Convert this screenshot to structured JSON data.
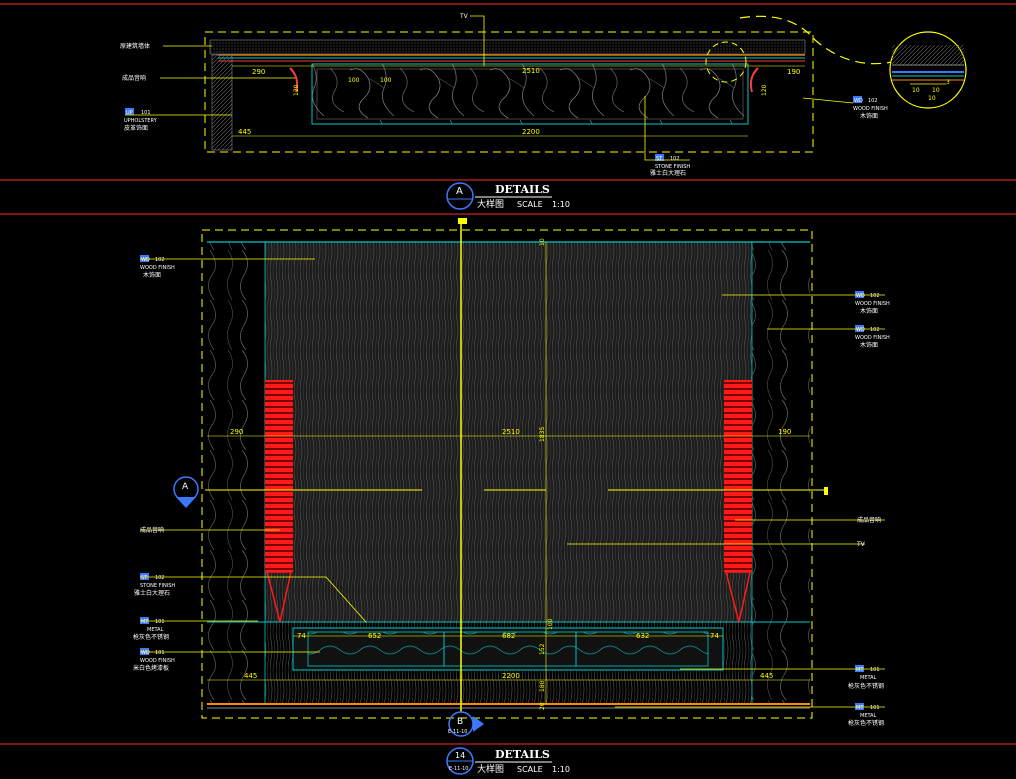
{
  "top_plan": {
    "leaders": {
      "wall_label": "原建筑墙体",
      "speaker_label": "成品音响",
      "tv_label": "TV",
      "up_code": "UP",
      "up_num": "101",
      "up_en": "UPHOLSTERY",
      "up_cn": "皮革饰面",
      "wd_code": "WD",
      "wd_num": "102",
      "wd_en": "WOOD FINISH",
      "wd_cn": "木饰面",
      "st_code": "ST",
      "st_num": "102",
      "st_en": "STONE FINISH",
      "st_cn": "雅士白大理石"
    },
    "dims": {
      "d290": "290",
      "d2510": "2510",
      "d190": "190",
      "d100a": "100",
      "d100b": "100",
      "d445": "445",
      "d2200": "2200",
      "d120a": "120",
      "d120b": "120",
      "d10a": "10",
      "d10b": "10",
      "d10c": "10",
      "d3": "3"
    },
    "title": {
      "marker": "A",
      "heading": "DETAILS",
      "cn": "大样图",
      "scale": "SCALE",
      "ratio": "1:10"
    }
  },
  "elevation": {
    "leaders": {
      "wd1_code": "WD",
      "wd1_num": "102",
      "wd1_en": "WOOD FINISH",
      "wd1_cn": "木饰面",
      "wd2_code": "WD",
      "wd2_num": "102",
      "wd2_en": "WOOD FINISH",
      "wd2_cn": "木饰面",
      "wd3_code": "WD",
      "wd3_num": "102",
      "wd3_en": "WOOD FINISH",
      "wd3_cn": "木饰面",
      "speaker_left": "成品音响",
      "speaker_right": "成品音响",
      "tv": "TV",
      "st_code": "ST",
      "st_num": "102",
      "st_en": "STONE FINISH",
      "st_cn": "雅士白大理石",
      "mt1_code": "MT",
      "mt1_num": "101",
      "mt1_en": "METAL",
      "mt1_cn": "枪灰色不锈钢",
      "wd4_code": "WD",
      "wd4_num": "101",
      "wd4_en": "WOOD FINISH",
      "wd4_cn": "米白色烤漆板",
      "mt2_code": "MT",
      "mt2_num": "101",
      "mt2_en": "METAL",
      "mt2_cn": "枪灰色不锈钢",
      "mt3_code": "MT",
      "mt3_num": "101",
      "mt3_en": "METAL",
      "mt3_cn": "枪灰色不锈钢"
    },
    "dims": {
      "d290": "290",
      "d2510": "2510",
      "d190": "190",
      "d74a": "74",
      "d652": "652",
      "d682": "682",
      "d632": "632",
      "d74b": "74",
      "d445a": "445",
      "d2200": "2200",
      "d445b": "445",
      "dv10": "10",
      "dv1835": "1835",
      "dv100": "100",
      "dv152": "152",
      "dv180": "180",
      "dv20": "20"
    },
    "section_a": "A",
    "section_b": "B",
    "section_b_ref": "E-11-10",
    "title": {
      "marker": "14",
      "marker_ref": "E-11-10",
      "heading": "DETAILS",
      "cn": "大样图",
      "scale": "SCALE",
      "ratio": "1:10"
    }
  },
  "colors": {
    "background": "#000000",
    "dimension": "#ffff00",
    "border_line": "#ff2a2a",
    "panel_edge": "#00c8c8",
    "speaker": "#ff1a1a",
    "marker": "#3c78ff",
    "text": "#ffffff"
  }
}
